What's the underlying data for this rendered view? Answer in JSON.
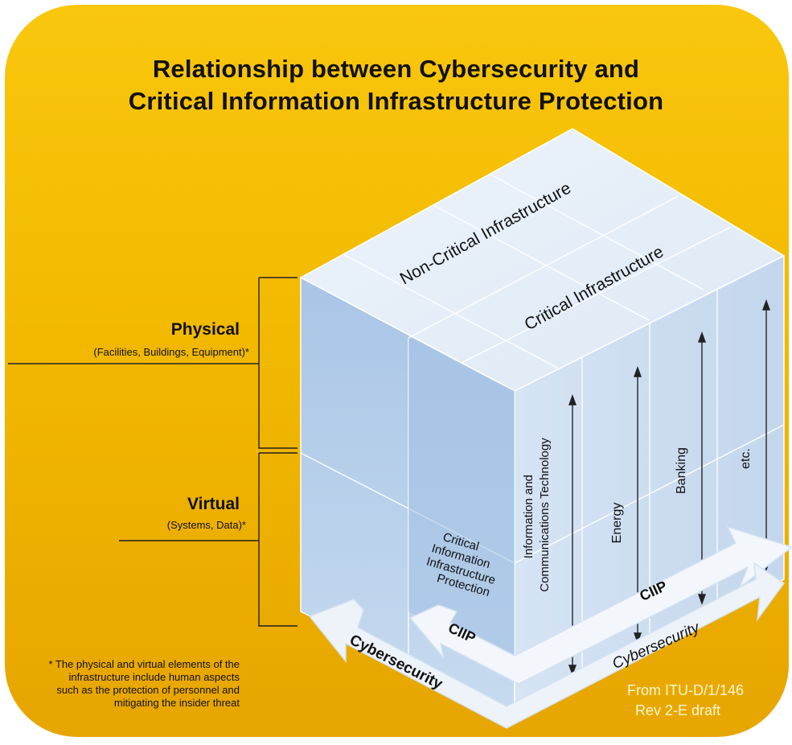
{
  "title": {
    "line1": "Relationship between Cybersecurity and",
    "line2": "Critical Information Infrastructure Protection"
  },
  "cube": {
    "top_labels": [
      "Non-Critical Infrastructure",
      "Critical Infrastructure"
    ],
    "sectors": [
      "Information and Communications Technology",
      "Energy",
      "Banking",
      "etc."
    ],
    "ciip_box": [
      "Critical",
      "Information",
      "Infrastructure",
      "Protection"
    ],
    "arrows": {
      "ciip_left": "CIIP",
      "ciip_right": "CIIP",
      "cyber_left": "Cybersecurity",
      "cyber_right": "Cybersecurity"
    }
  },
  "side_labels": {
    "physical": {
      "title": "Physical",
      "sub": "(Facilities, Buildings, Equipment)*"
    },
    "virtual": {
      "title": "Virtual",
      "sub": "(Systems, Data)*"
    }
  },
  "footnote": "* The physical and virtual elements of the infrastructure include human aspects such as the protection of personnel and mitigating the insider threat",
  "credit": {
    "line1": "From ITU-D/1/146",
    "line2": "Rev 2-E draft"
  },
  "colors": {
    "background_top": "#f9c70d",
    "background_bottom": "#e7a500",
    "cube_top": "#e7eff9",
    "cube_front": "#b5cde8",
    "cube_side": "#d0e0f2",
    "arrow_fill": "#f3f7fc"
  }
}
